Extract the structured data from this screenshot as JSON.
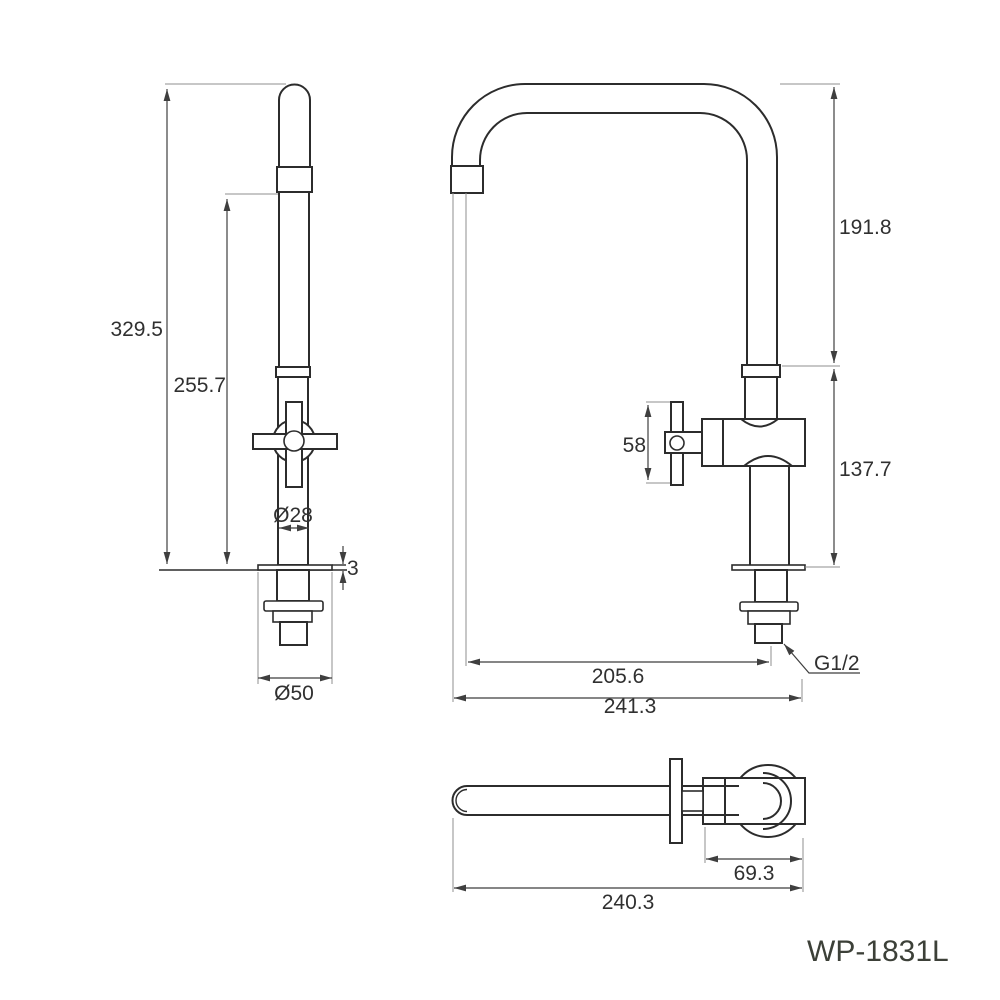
{
  "title_block": {
    "model_number": "WP-1831L"
  },
  "front_view": {
    "dims": {
      "overall_height": "329.5",
      "upper_spout_height": "255.7",
      "body_diameter": "Ø28",
      "deck_plate_thickness": "3",
      "base_diameter": "Ø50"
    }
  },
  "side_view": {
    "dims": {
      "spout_rise": "191.8",
      "body_to_deck_height": "137.7",
      "handle_length": "58",
      "spout_reach_to_center": "205.6",
      "overall_depth": "241.3",
      "thread_size": "G1/2"
    }
  },
  "top_view": {
    "dims": {
      "body_length": "69.3",
      "overall_length": "240.3"
    }
  },
  "colors": {
    "line": "#2c2c2c",
    "dimension_line": "#3f3f3f",
    "extension_line": "#8f8f8f",
    "text": "#303030",
    "title_text": "#3c4038",
    "background": "#ffffff"
  }
}
